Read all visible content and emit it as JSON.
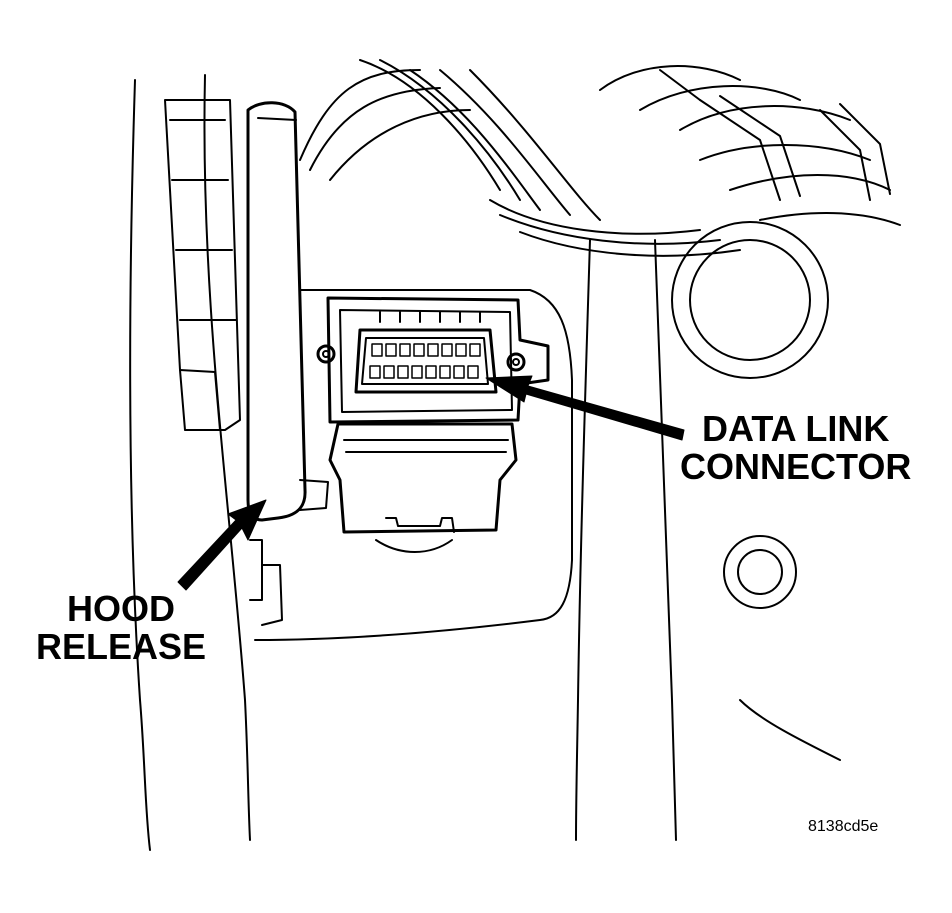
{
  "callouts": {
    "data_link_connector": {
      "line1": "DATA LINK",
      "line2": "CONNECTOR"
    },
    "hood_release": {
      "line1": "HOOD",
      "line2": "RELEASE"
    }
  },
  "figure_id": "8138cd5e",
  "colors": {
    "ink": "#000000",
    "paper": "#ffffff"
  }
}
